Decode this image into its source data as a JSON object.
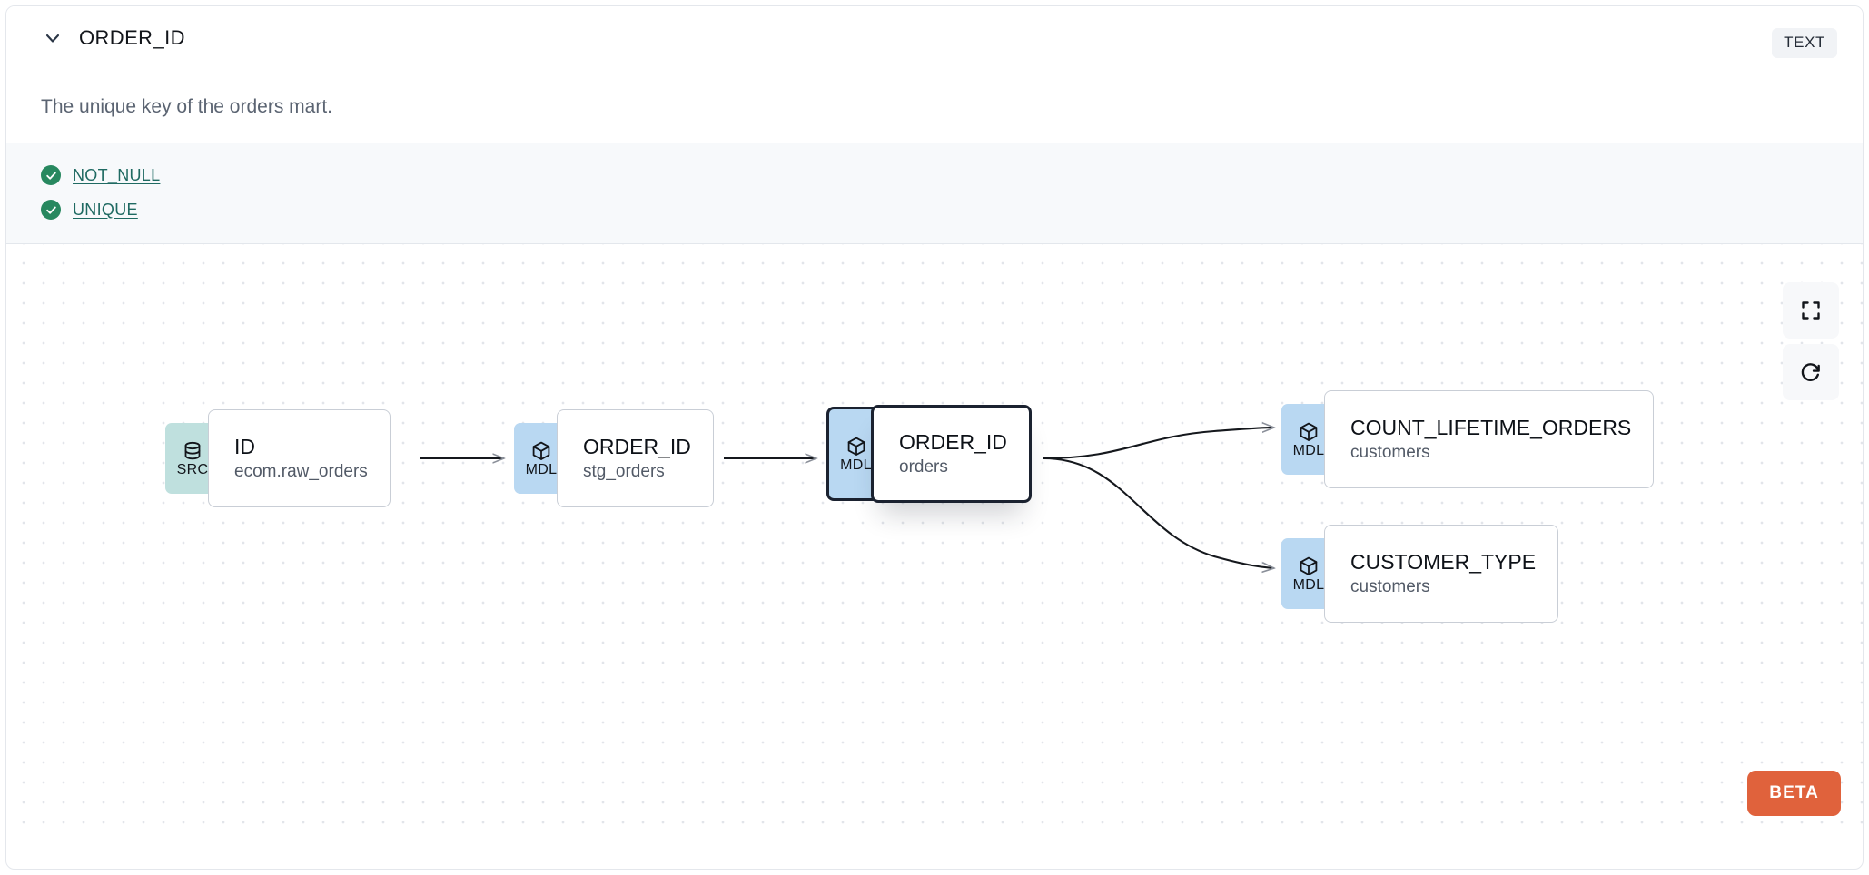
{
  "header": {
    "column_name": "ORDER_ID",
    "data_type_badge": "TEXT",
    "collapse_icon": "chevron-down-icon",
    "description": "The unique key of the orders mart."
  },
  "tests": [
    {
      "label": "NOT_NULL",
      "status": "passed",
      "status_icon": "check-circle-icon"
    },
    {
      "label": "UNIQUE",
      "status": "passed",
      "status_icon": "check-circle-icon"
    }
  ],
  "lineage": {
    "nodes": [
      {
        "id": "src",
        "kind": "SRC",
        "kind_icon": "database-icon",
        "name": "ID",
        "resource": "ecom.raw_orders",
        "selected": false
      },
      {
        "id": "stg",
        "kind": "MDL",
        "kind_icon": "cube-icon",
        "name": "ORDER_ID",
        "resource": "stg_orders",
        "selected": false
      },
      {
        "id": "ord",
        "kind": "MDL",
        "kind_icon": "cube-icon",
        "name": "ORDER_ID",
        "resource": "orders",
        "selected": true
      },
      {
        "id": "cnt",
        "kind": "MDL",
        "kind_icon": "cube-icon",
        "name": "COUNT_LIFETIME_ORDERS",
        "resource": "customers",
        "selected": false
      },
      {
        "id": "cst",
        "kind": "MDL",
        "kind_icon": "cube-icon",
        "name": "CUSTOMER_TYPE",
        "resource": "customers",
        "selected": false
      }
    ],
    "edges": [
      {
        "from": "src",
        "to": "stg"
      },
      {
        "from": "stg",
        "to": "ord"
      },
      {
        "from": "ord",
        "to": "cnt"
      },
      {
        "from": "ord",
        "to": "cst"
      }
    ]
  },
  "controls": [
    {
      "name": "fullscreen-button",
      "icon": "fullscreen-icon"
    },
    {
      "name": "refresh-button",
      "icon": "refresh-icon"
    }
  ],
  "beta_badge": "BETA",
  "colors": {
    "src_badge": "#bfe0de",
    "mdl_badge": "#b9d8f2",
    "test_pass": "#27885f",
    "test_link": "#1f6a62",
    "beta": "#e0623c",
    "tests_background": "#f7f9fb"
  }
}
